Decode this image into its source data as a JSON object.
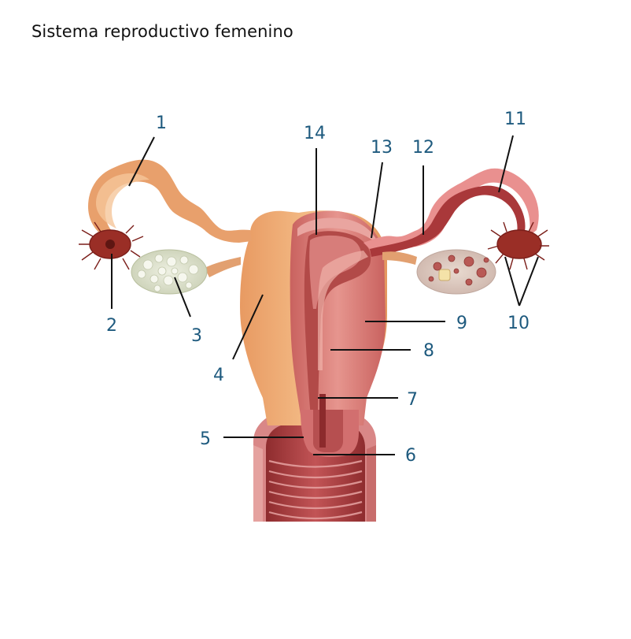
{
  "title": "Sistema reproductivo femenino",
  "labels": [
    "1",
    "2",
    "3",
    "4",
    "5",
    "6",
    "7",
    "8",
    "9",
    "10",
    "11",
    "12",
    "13",
    "14"
  ],
  "colors": {
    "label": "#1e5a7e",
    "skin_light": "#f0b27a",
    "skin_mid": "#e3955e",
    "tissue_pink": "#d9787a",
    "tissue_dark": "#a9383a",
    "fimbriae": "#9a2e26",
    "ovary_pale": "#d5dac4"
  }
}
